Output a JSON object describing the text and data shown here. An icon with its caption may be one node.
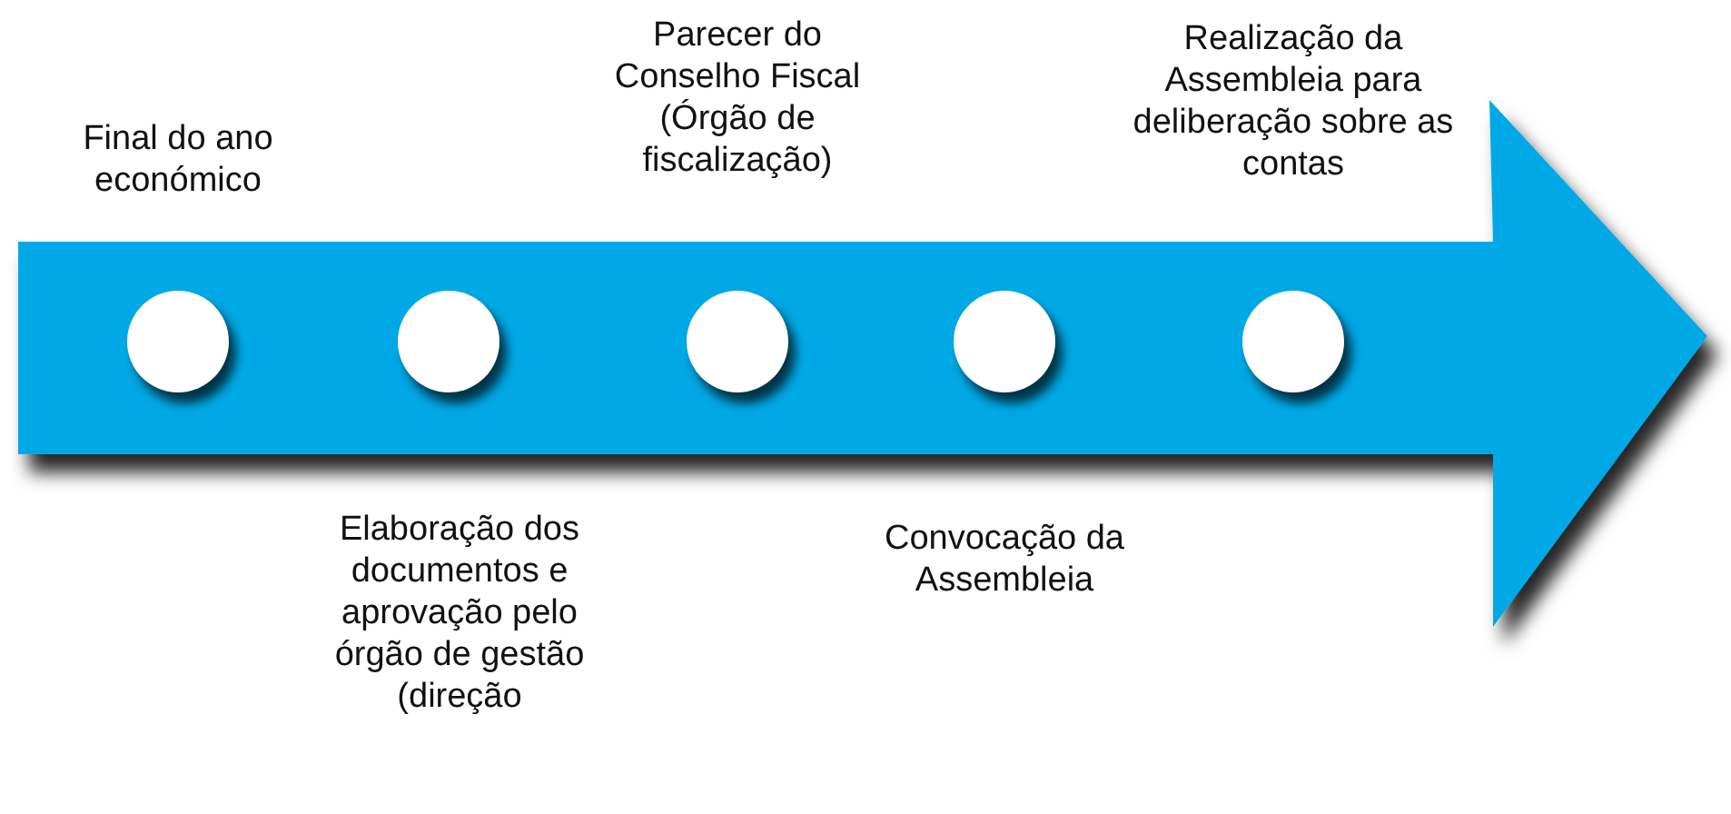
{
  "diagram": {
    "nodes": [
      {
        "text": [],
        "shape": "circle",
        "beside": [
          "Final do ano económico"
        ]
      },
      {
        "text": [],
        "shape": "circle",
        "beside": [
          "Elaboração dos documentos e aprovação pelo órgão de gestão (direção"
        ]
      },
      {
        "text": [],
        "shape": "circle",
        "beside": [
          "Parecer do Conselho Fiscal (Órgão de fiscalização)"
        ]
      },
      {
        "text": [],
        "shape": "circle",
        "beside": [
          "Convocação da Assembleia"
        ]
      },
      {
        "text": [],
        "shape": "circle",
        "beside": [
          "Realização da Assembleia para deliberação sobre as contas"
        ]
      }
    ]
  }
}
